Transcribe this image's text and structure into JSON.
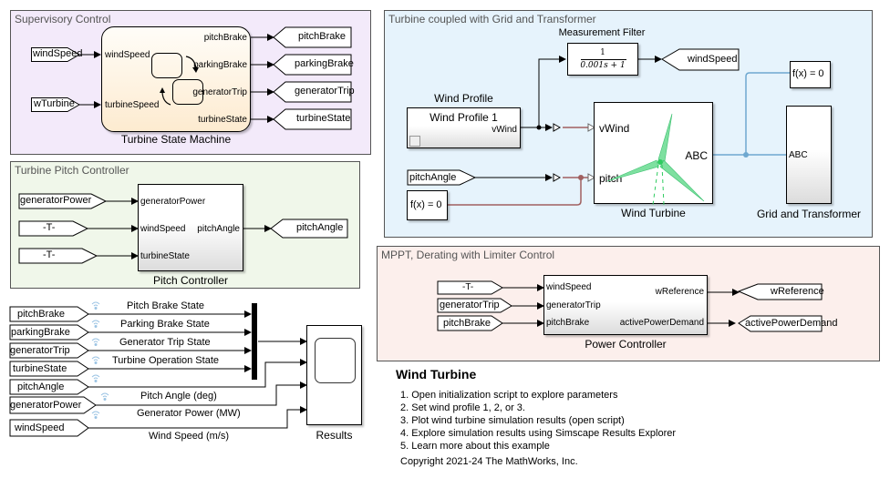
{
  "areas": {
    "supervisory": "Supervisory Control",
    "pitch": "Turbine Pitch Controller",
    "turbine": "Turbine coupled with Grid and Transformer",
    "mppt": "MPPT, Derating with Limiter Control"
  },
  "colors": {
    "supervisory_bg": "#f3eafa",
    "pitch_bg": "#f0f7ea",
    "turbine_bg": "#e6f3fc",
    "mppt_bg": "#fcefec",
    "physical_wire": "#a06060",
    "electrical_wire": "#6fa8d0",
    "blade": "#7ee0a0"
  },
  "state_machine": {
    "name": "Turbine State Machine",
    "inputs": [
      "windSpeed",
      "turbineSpeed"
    ],
    "outputs": [
      "pitchBrake",
      "parkingBrake",
      "generatorTrip",
      "turbineState"
    ],
    "from_tags": [
      "windSpeed",
      "wTurbine"
    ],
    "goto_tags": [
      "pitchBrake",
      "parkingBrake",
      "generatorTrip",
      "turbineState"
    ]
  },
  "pitch_controller": {
    "name": "Pitch Controller",
    "inputs": [
      "generatorPower",
      "windSpeed",
      "turbineState"
    ],
    "output": "pitchAngle",
    "from_tags": [
      "generatorPower",
      "-T-",
      "-T-"
    ],
    "goto_tag": "pitchAngle"
  },
  "logging": {
    "from_tags": [
      "pitchBrake",
      "parkingBrake",
      "generatorTrip",
      "turbineState",
      "pitchAngle",
      "generatorPower",
      "windSpeed"
    ],
    "signal_labels": [
      "Pitch Brake State",
      "Parking Brake State",
      "Generator Trip State",
      "Turbine Operation State",
      "Pitch Angle (deg)",
      "Generator Power (MW)",
      "Wind Speed (m/s)"
    ],
    "scope_name": "Results"
  },
  "turbine_area": {
    "filter_name": "Measurement Filter",
    "filter_numerator": "1",
    "filter_denominator": "0.001s + 1",
    "filter_goto": "windSpeed",
    "wind_profile_name": "Wind Profile",
    "wind_profile_label": "Wind Profile 1",
    "wind_profile_port": "vWind",
    "pitch_from": "pitchAngle",
    "solver_label": "f(x) = 0",
    "solver_label_2": "f(x) = 0",
    "turbine_name": "Wind Turbine",
    "turbine_ports": [
      "vWind",
      "pitch",
      "ABC"
    ],
    "grid_name": "Grid and Transformer",
    "grid_port": "ABC"
  },
  "power_controller": {
    "name": "Power Controller",
    "inputs": [
      "windSpeed",
      "generatorTrip",
      "pitchBrake"
    ],
    "outputs": [
      "wReference",
      "activePowerDemand"
    ],
    "from_tags": [
      "-T-",
      "generatorTrip",
      "pitchBrake"
    ],
    "goto_tags": [
      "wReference",
      "activePowerDemand"
    ]
  },
  "notes": {
    "title": "Wind Turbine",
    "items": [
      "1. Open initialization script to explore parameters",
      "2. Set wind profile 1, 2, or 3.",
      "3. Plot wind turbine simulation results (open script)",
      "4. Explore simulation results using Simscape Results Explorer",
      "5. Learn more about this example"
    ],
    "copyright": "Copyright 2021-24 The MathWorks, Inc."
  }
}
